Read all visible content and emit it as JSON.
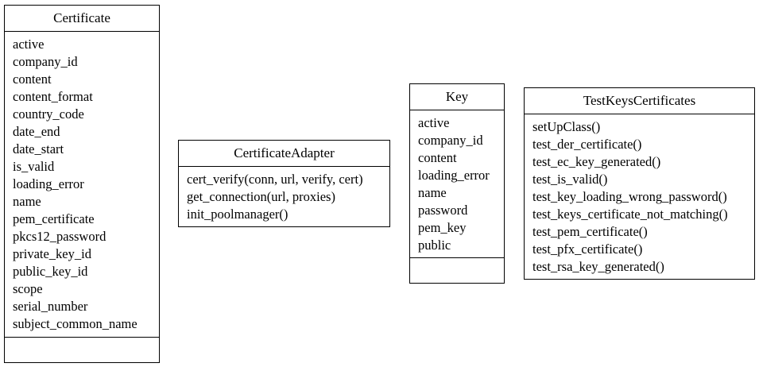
{
  "classes": {
    "certificate": {
      "name": "Certificate",
      "attributes": [
        "active",
        "company_id",
        "content",
        "content_format",
        "country_code",
        "date_end",
        "date_start",
        "is_valid",
        "loading_error",
        "name",
        "pem_certificate",
        "pkcs12_password",
        "private_key_id",
        "public_key_id",
        "scope",
        "serial_number",
        "subject_common_name"
      ],
      "operations": []
    },
    "certificate_adapter": {
      "name": "CertificateAdapter",
      "attributes": [],
      "operations": [
        "cert_verify(conn, url, verify, cert)",
        "get_connection(url, proxies)",
        "init_poolmanager()"
      ]
    },
    "key": {
      "name": "Key",
      "attributes": [
        "active",
        "company_id",
        "content",
        "loading_error",
        "name",
        "password",
        "pem_key",
        "public"
      ],
      "operations": []
    },
    "test_keys_certificates": {
      "name": "TestKeysCertificates",
      "attributes": [],
      "operations": [
        "setUpClass()",
        "test_der_certificate()",
        "test_ec_key_generated()",
        "test_is_valid()",
        "test_key_loading_wrong_password()",
        "test_keys_certificate_not_matching()",
        "test_pem_certificate()",
        "test_pfx_certificate()",
        "test_rsa_key_generated()"
      ]
    }
  }
}
